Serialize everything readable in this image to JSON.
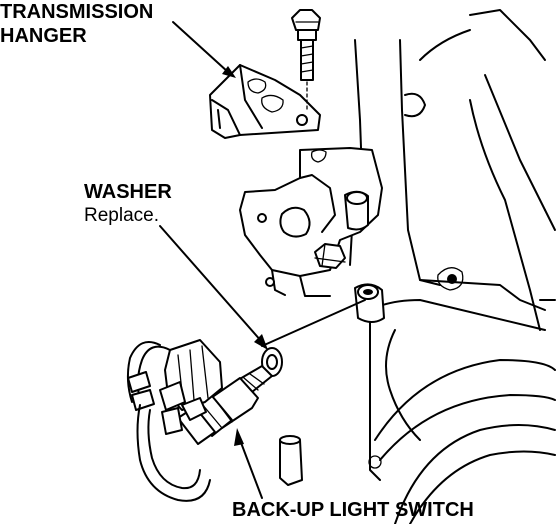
{
  "labels": {
    "transmission_hanger_line1": "TRANSMISSION",
    "transmission_hanger_line2": "HANGER",
    "washer": "WASHER",
    "washer_note": "Replace.",
    "backup_light_switch": "BACK-UP LIGHT SWITCH"
  },
  "colors": {
    "ink": "#000000",
    "paper": "#ffffff"
  }
}
